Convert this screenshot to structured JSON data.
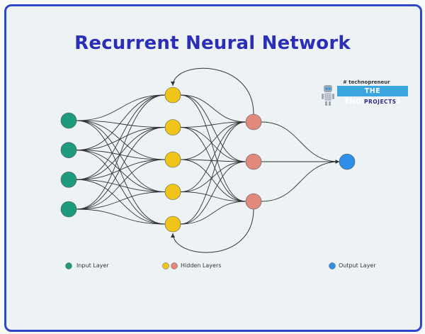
{
  "title": "Recurrent Neural Network",
  "logo": {
    "tagline": "# technopreneur",
    "banner": "THE ENGINEERING",
    "sub": "PROJECTS"
  },
  "layers": {
    "input": {
      "count": 4,
      "color": "#1e9b7e"
    },
    "hidden1": {
      "count": 5,
      "color": "#f0c419"
    },
    "hidden2": {
      "count": 3,
      "color": "#e08a7c"
    },
    "output": {
      "count": 1,
      "color": "#2f8fe8"
    }
  },
  "legend": {
    "input": "Input Layer",
    "hidden": "Hidden Layers",
    "output": "Output Layer"
  }
}
